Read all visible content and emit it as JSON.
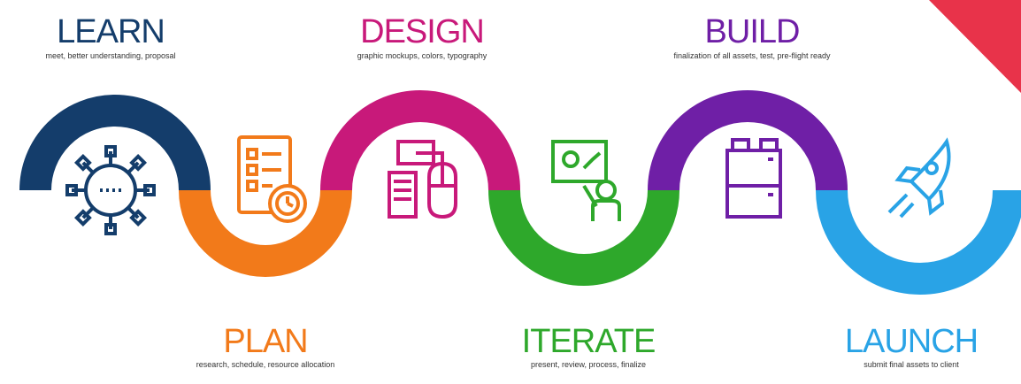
{
  "steps": [
    {
      "title": "LEARN",
      "description": "meet, better understanding, proposal",
      "color": "#143d6b",
      "icon": "virus-network-icon"
    },
    {
      "title": "PLAN",
      "description": "research, schedule, resource allocation",
      "color": "#f27a1a",
      "icon": "checklist-clock-icon"
    },
    {
      "title": "DESIGN",
      "description": "graphic mockups, colors, typography",
      "color": "#c8197a",
      "icon": "computer-mouse-icon"
    },
    {
      "title": "ITERATE",
      "description": "present, review, process, finalize",
      "color": "#2ea82b",
      "icon": "presentation-board-icon"
    },
    {
      "title": "BUILD",
      "description": "finalization of all assets, test, pre-flight ready",
      "color": "#6f1fa6",
      "icon": "lego-brick-icon"
    },
    {
      "title": "LAUNCH",
      "description": "submit final assets to client",
      "color": "#29a3e6",
      "icon": "rocket-icon"
    }
  ],
  "accent_color": "#e8334a"
}
